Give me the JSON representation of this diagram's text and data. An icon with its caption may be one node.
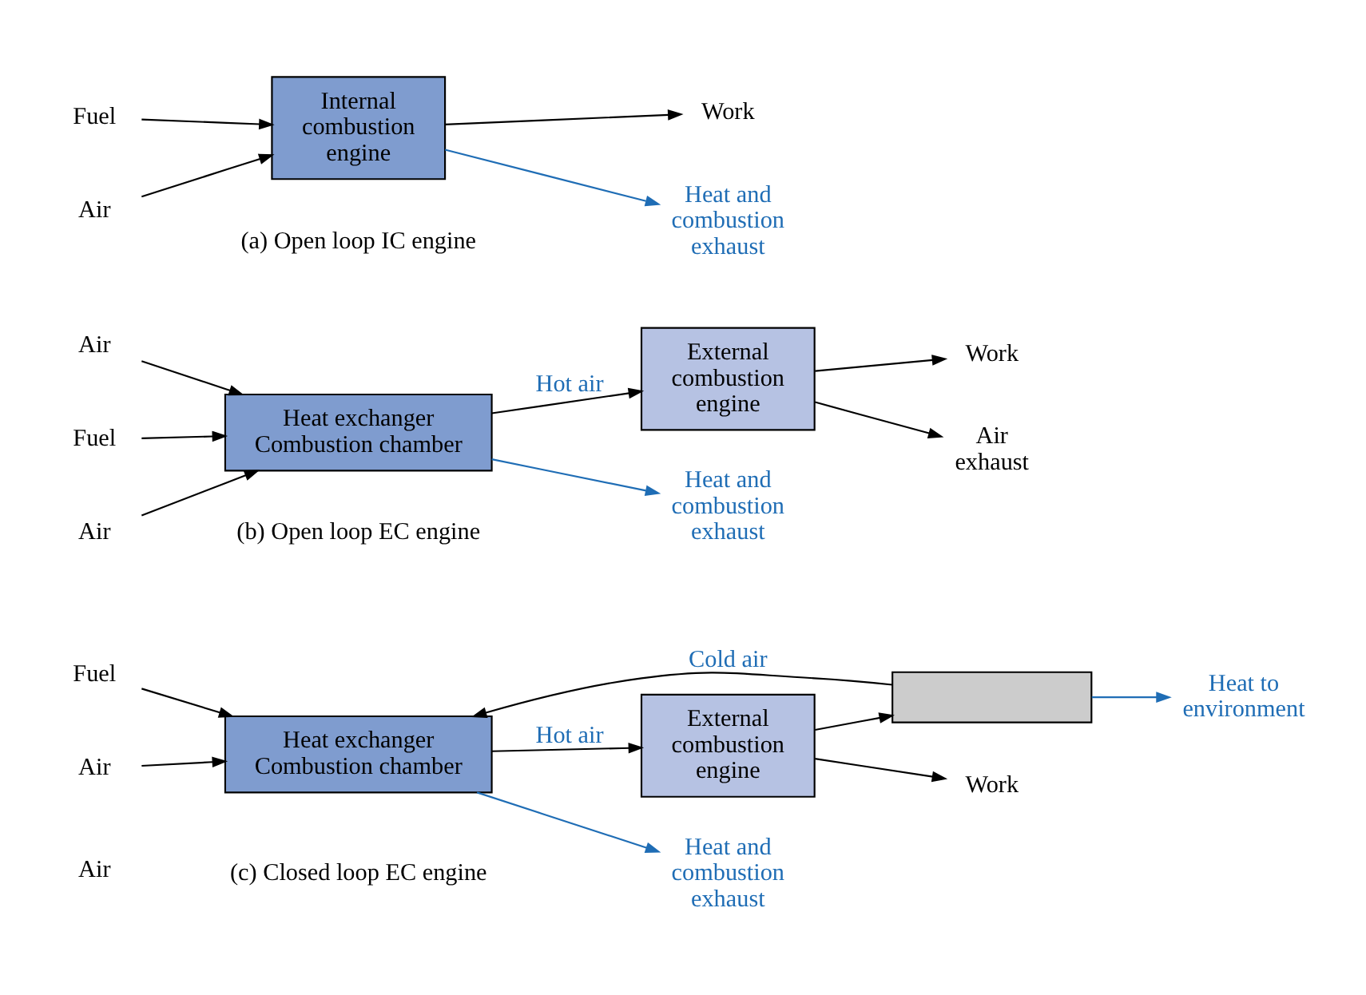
{
  "diagram": {
    "nodes": [
      {
        "text": [
          "Fuel"
        ]
      },
      {
        "text": [
          "Air"
        ]
      },
      {
        "text": [
          "Internal combustion engine"
        ]
      },
      {
        "text": [
          "Heat and combustion exhaust"
        ]
      },
      {
        "text": [
          "Work"
        ]
      },
      {
        "text": [
          "Air"
        ]
      },
      {
        "text": [
          "Fuel"
        ]
      },
      {
        "text": [
          "Air"
        ]
      },
      {
        "text": [
          "Heat exchanger",
          "Combustion chamber"
        ]
      },
      {
        "text": [
          "Heat and combustion exhaust"
        ]
      },
      {
        "text": [
          "External combustion engine"
        ]
      },
      {
        "text": [
          "Air exhaust"
        ]
      },
      {
        "text": [
          "Work"
        ]
      },
      {
        "text": [
          "Fuel"
        ]
      },
      {
        "text": [
          "Air"
        ]
      },
      {
        "text": [
          "Heat exchanger",
          "Combustion chamber"
        ]
      },
      {
        "text": [
          "Heat and combustion exhaust"
        ]
      },
      {
        "text": [
          "External combustion engine"
        ]
      },
      {
        "text": [
          "Work"
        ]
      },
      {
        "text": [],
        "shape": "box"
      },
      {
        "text": [
          "Heat to environment"
        ]
      }
    ],
    "edges": [
      {
        "from": 0,
        "to": 2,
        "arrow": "to"
      },
      {
        "from": 1,
        "to": 2,
        "arrow": "to"
      },
      {
        "from": 2,
        "to": 3,
        "arrow": "to",
        "color": "#1f6db5"
      },
      {
        "from": 2,
        "to": 4,
        "arrow": "to"
      },
      {
        "from": 5,
        "to": 8,
        "arrow": "to"
      },
      {
        "from": 6,
        "to": 8,
        "arrow": "to"
      },
      {
        "from": 7,
        "to": 8,
        "arrow": "to"
      },
      {
        "from": 8,
        "to": 9,
        "arrow": "to",
        "color": "#1f6db5"
      },
      {
        "from": 8,
        "to": 10,
        "arrow": "to",
        "label": "Hot air"
      },
      {
        "from": 10,
        "to": 11,
        "arrow": "to"
      },
      {
        "from": 10,
        "to": 12,
        "arrow": "to"
      },
      {
        "from": 13,
        "to": 15,
        "arrow": "to"
      },
      {
        "from": 14,
        "to": 15,
        "arrow": "to"
      },
      {
        "from": 15,
        "to": 16,
        "arrow": "to",
        "color": "#1f6db5"
      },
      {
        "from": 15,
        "to": 17,
        "arrow": "to",
        "label": "Hot air"
      },
      {
        "from": 17,
        "to": 18,
        "arrow": "to"
      },
      {
        "from": 17,
        "to": 19,
        "arrow": "to"
      },
      {
        "from": 19,
        "to": 15,
        "arrow": "to",
        "label": "Cold air"
      },
      {
        "from": 19,
        "to": 20,
        "arrow": "to",
        "color": "#1f6db5"
      }
    ],
    "labels": [
      "(a) Open loop IC engine",
      "(b) Open loop EC engine",
      "Air",
      "(c) Closed loop EC engine"
    ]
  }
}
